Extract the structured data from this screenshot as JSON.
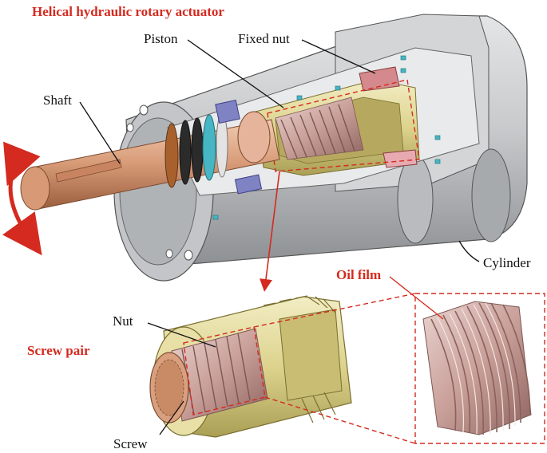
{
  "title": "Helical hydraulic rotary actuator",
  "labels": {
    "piston": "Piston",
    "fixed_nut": "Fixed nut",
    "shaft": "Shaft",
    "cylinder": "Cylinder",
    "oil_film": "Oil film",
    "nut": "Nut",
    "screw_pair": "Screw pair",
    "screw": "Screw"
  },
  "colors": {
    "accent_red": "#d42a1f",
    "housing_gray": "#c9cbcd",
    "housing_dark": "#8d9094",
    "shaft_copper": "#d9a07f",
    "nut_yellow": "#e4dc9c",
    "screw_pink": "#cfa9a4",
    "seal_blue": "#7f83c4",
    "seal_cyan": "#46b6c4"
  }
}
